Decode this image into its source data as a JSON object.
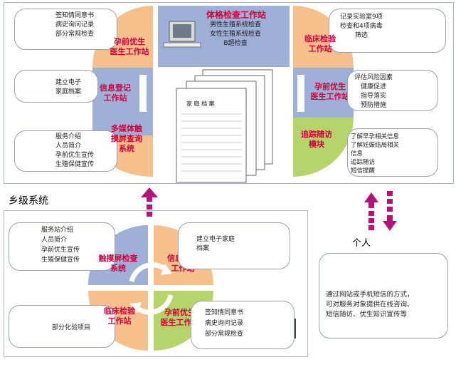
{
  "colors": {
    "orange": "#f6c08c",
    "blue": "#9fb0d8",
    "green": "#b5d56a",
    "red_text": "#d1003b",
    "magenta": "#b5137a",
    "white_bar": "#ffffff"
  },
  "top": {
    "tl_card": "签知情同意书\n病史询问记录\n部分常规检查",
    "tl_red": "孕前优生\n医生工作站",
    "top_center_title": "体格检查工作站",
    "top_center_lines": "男性生殖系统检查\n女性生殖系统检查\nB超检查",
    "tr_card": "记录实验室9项\n检查和4项病毒\n筛选",
    "tr_red": "临床检验\n工作站",
    "ml_card": "建立电子\n家庭档案",
    "ml_red": "信息登记\n工作站",
    "mr_red": "孕前优生\n医生工作站",
    "mr_card": "评估风险因素\n健康促进\n指导落实\n预防措施",
    "bl_card": "服务介绍\n人员简介\n孕前优生宣传\n生殖保健宣传",
    "bl_red": "多媒体触\n摸屏查询\n系统",
    "br_red": "追踪随访\n模块",
    "br_card": "了解早孕相关信息\n了解妊娠结局相关\n信息\n追踪随访\n短信提醒",
    "doc_title": "家 庭 档 案"
  },
  "section_title": "乡级系统",
  "person_label": "个人",
  "bottom": {
    "tl_card": "服务站介绍\n人员简介\n孕前优生宣传\n生殖保健宣传",
    "tl_red": "触摸屏检查\n系统",
    "tr_red": "信息登记\n工作站",
    "tr_card": "建立电子家庭\n档案",
    "bl_red": "临床检验\n工作站",
    "bl_card": "部分化验项目",
    "br_red": "孕前优生\n医生工作站",
    "br_card": "签知情同意书\n病史询问记录\n部分常规检查"
  },
  "mobile_text": "通过网站或手机短信的方式，\n可对服务对象提供在线咨询、\n短信随访、优生知识宣传等"
}
